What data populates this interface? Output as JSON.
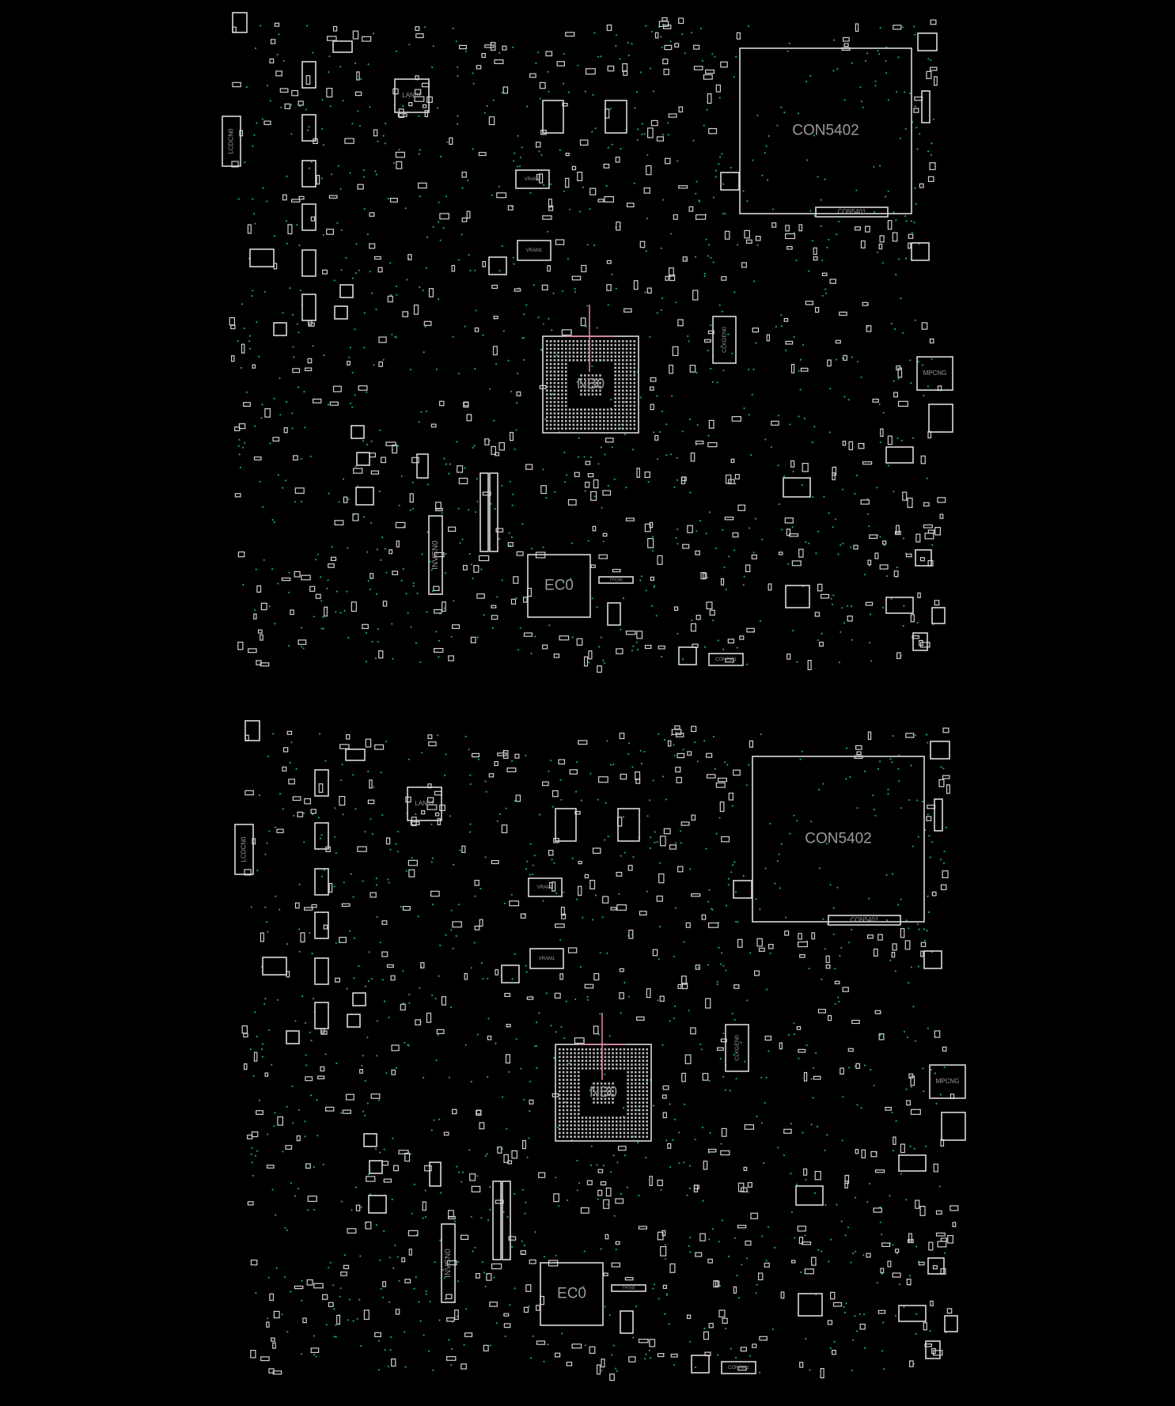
{
  "view": {
    "title": "Boardview",
    "boards": [
      {
        "side": "top-copy"
      },
      {
        "side": "bottom-copy"
      }
    ]
  },
  "labels": {
    "con5402": "CON5402",
    "con5401": "CON5401",
    "nb0": "NB0",
    "ec0": "EC0",
    "lan01": "LAN01",
    "lcdcn0": "LCDCN0",
    "invcn0": "INVCN0",
    "clkgen0": "CLKGEN0",
    "mpcng": "MPCNG",
    "vram2": "VRAM2",
    "vram1": "VRAM1",
    "tpcn0": "TPCN0",
    "con7601": "CON7601"
  },
  "colors": {
    "background": "#000000",
    "outline": "#d9d9d9",
    "via": "#1f9e82",
    "highlight_net": "#e58aa8"
  }
}
